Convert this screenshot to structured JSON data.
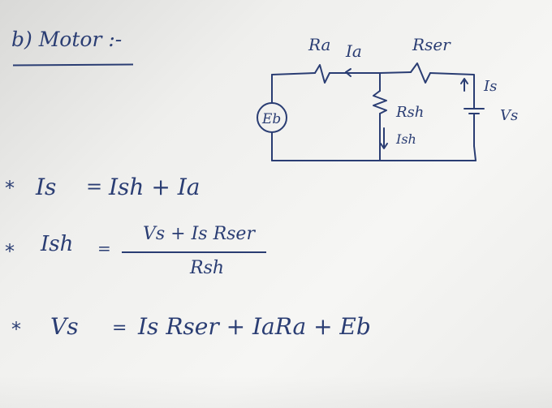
{
  "heading": "b) Motor :-",
  "circuit": {
    "ra": "Ra",
    "ia": "Ia",
    "rser": "Rser",
    "is": "Is",
    "vs": "Vs",
    "rsh": "Rsh",
    "ish": "Ish",
    "eb": "Eb"
  },
  "equations": {
    "eq1": {
      "bullet": "*",
      "lhs": "Is",
      "eq": "=",
      "rhs": "Ish + Ia"
    },
    "eq2": {
      "bullet": "*",
      "lhs": "Ish",
      "eq": "=",
      "numerator": "Vs + Is Rser",
      "denominator": "Rsh"
    },
    "eq3": {
      "bullet": "*",
      "lhs": "Vs",
      "eq": "=",
      "rhs": "Is Rser + IaRa + Eb"
    }
  }
}
